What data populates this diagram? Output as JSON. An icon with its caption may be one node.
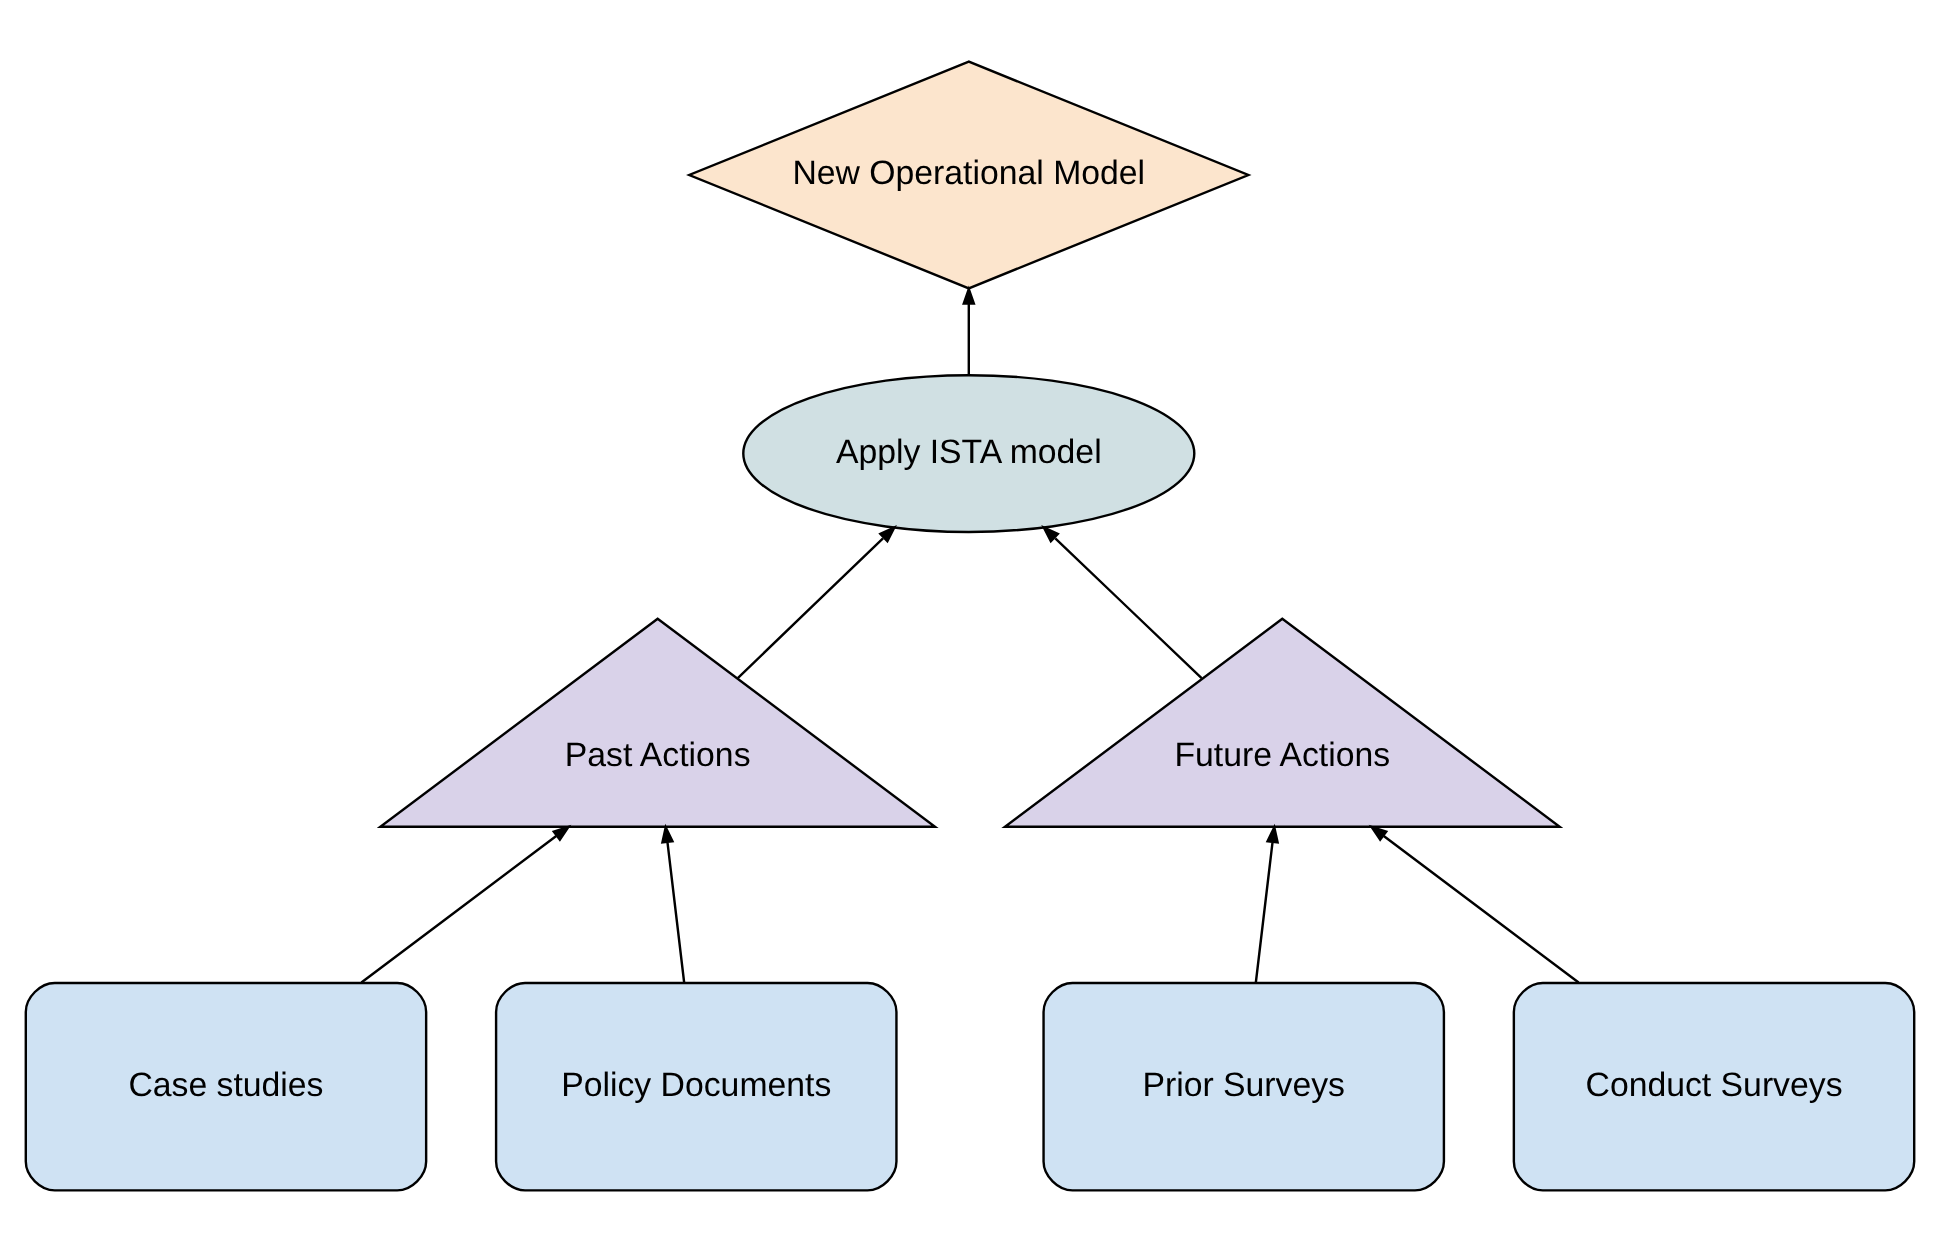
{
  "diagram": {
    "nodes": [
      {
        "text": [
          "New Operational Model"
        ]
      },
      {
        "text": [
          "Apply ISTA model"
        ]
      },
      {
        "text": [
          "Past Actions"
        ]
      },
      {
        "text": [
          "Future Actions"
        ]
      },
      {
        "text": [
          "Case studies"
        ]
      },
      {
        "text": [
          "Policy Documents"
        ]
      },
      {
        "text": [
          "Prior Surveys"
        ]
      },
      {
        "text": [
          "Conduct Surveys"
        ]
      }
    ],
    "edges": [
      {
        "from": 1,
        "to": 0,
        "arrow": "to"
      },
      {
        "from": 2,
        "to": 1,
        "arrow": "to"
      },
      {
        "from": 3,
        "to": 1,
        "arrow": "to"
      },
      {
        "from": 4,
        "to": 2,
        "arrow": "to"
      },
      {
        "from": 5,
        "to": 2,
        "arrow": "to"
      },
      {
        "from": 6,
        "to": 3,
        "arrow": "to"
      },
      {
        "from": 7,
        "to": 3,
        "arrow": "to"
      }
    ]
  }
}
